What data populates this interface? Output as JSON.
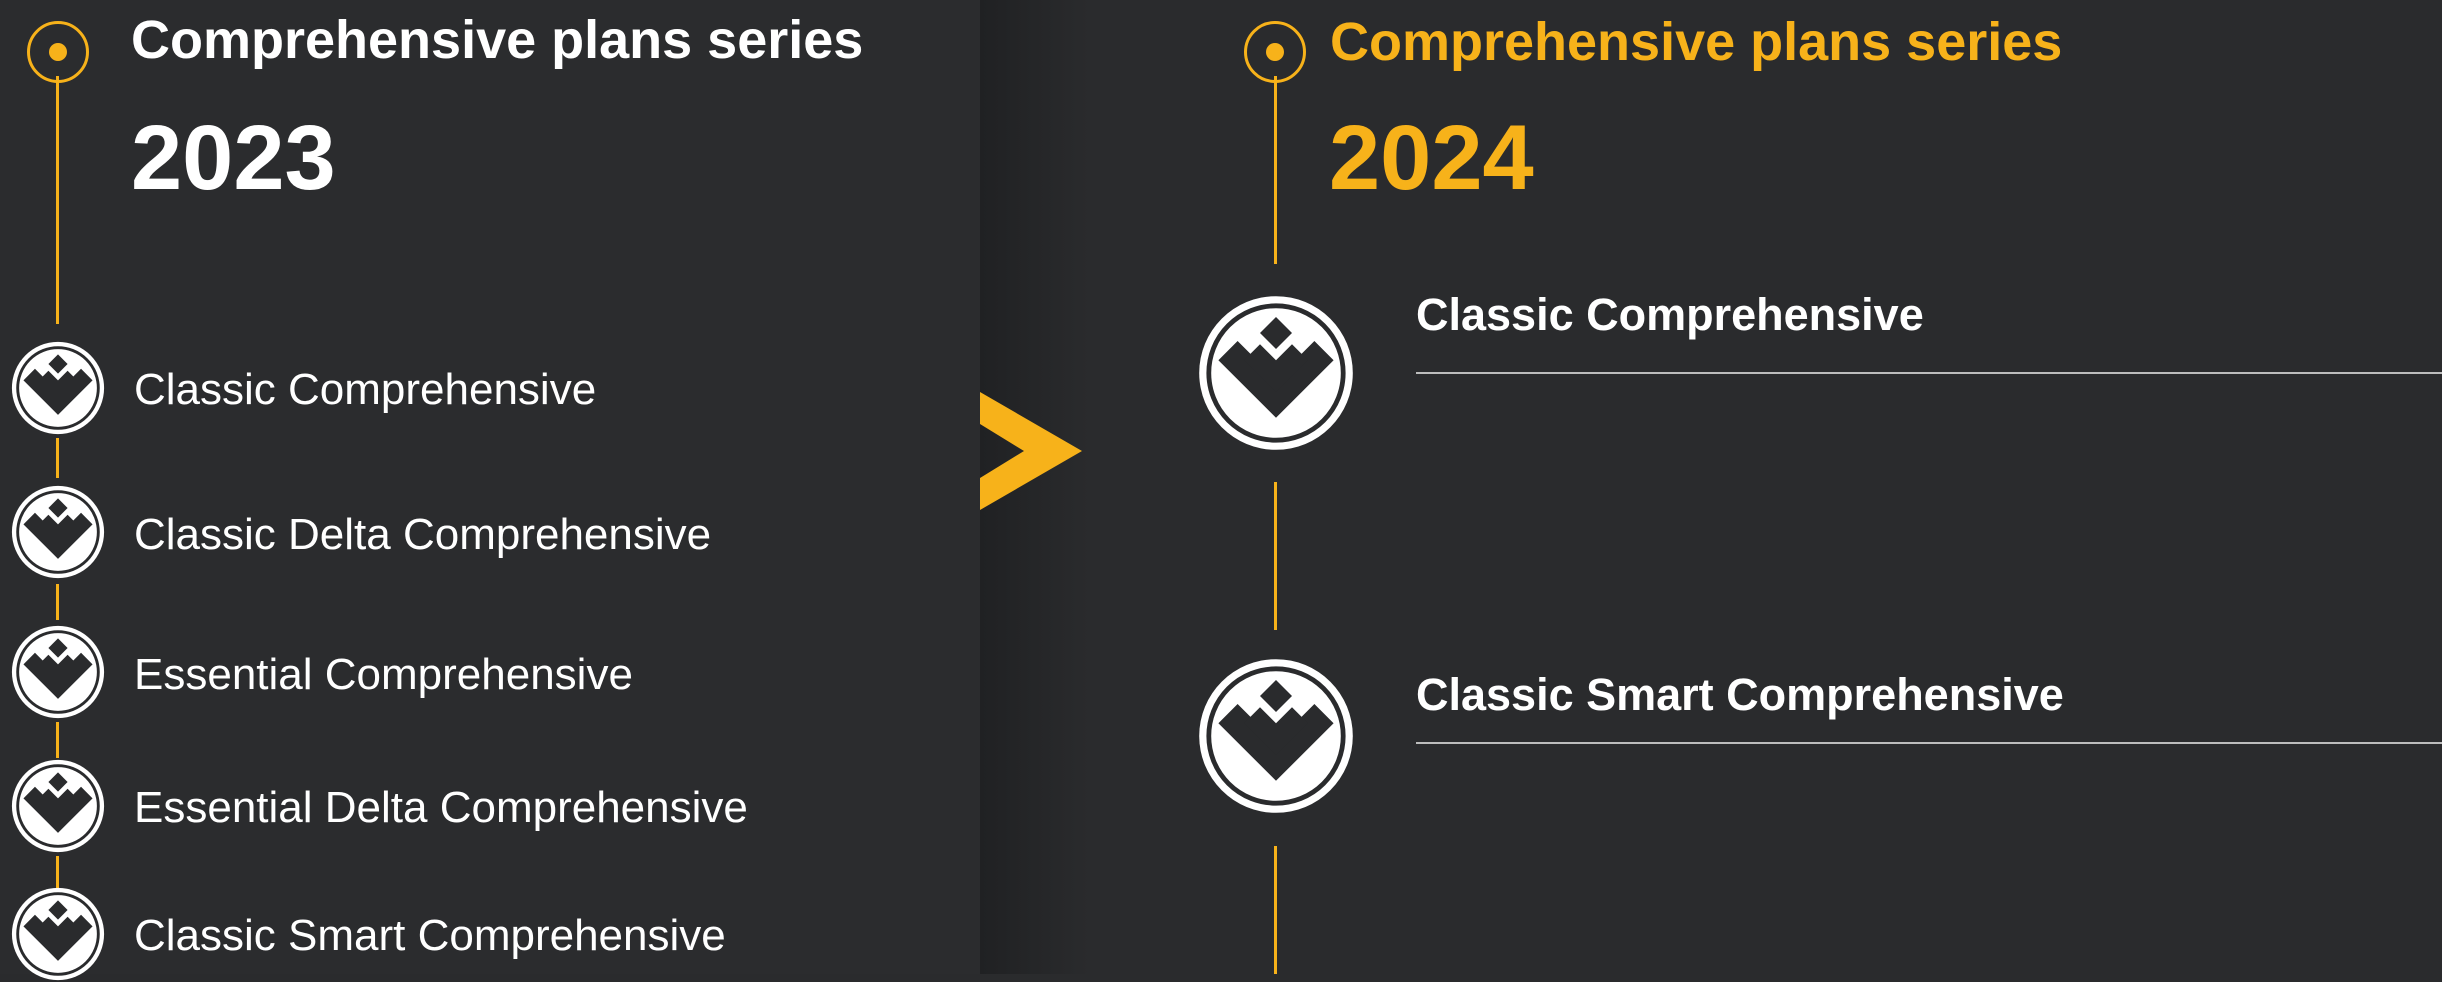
{
  "left": {
    "series_title": "Comprehensive plans series",
    "year": "2023",
    "items": [
      {
        "label": "Classic Comprehensive"
      },
      {
        "label": "Classic Delta Comprehensive"
      },
      {
        "label": "Essential Comprehensive"
      },
      {
        "label": "Essential Delta Comprehensive"
      },
      {
        "label": "Classic Smart Comprehensive"
      }
    ]
  },
  "right": {
    "series_title": "Comprehensive plans series",
    "year": "2024",
    "items": [
      {
        "label": "Classic Comprehensive"
      },
      {
        "label": "Classic Smart Comprehensive"
      }
    ]
  },
  "colors": {
    "accent": "#f7b21a",
    "background": "#2a2b2d",
    "text": "#ffffff"
  },
  "icons": {
    "timeline_start": "timeline-ring-icon",
    "item": "chevron-shield-logo-icon",
    "arrow": "arrow-right-icon"
  }
}
